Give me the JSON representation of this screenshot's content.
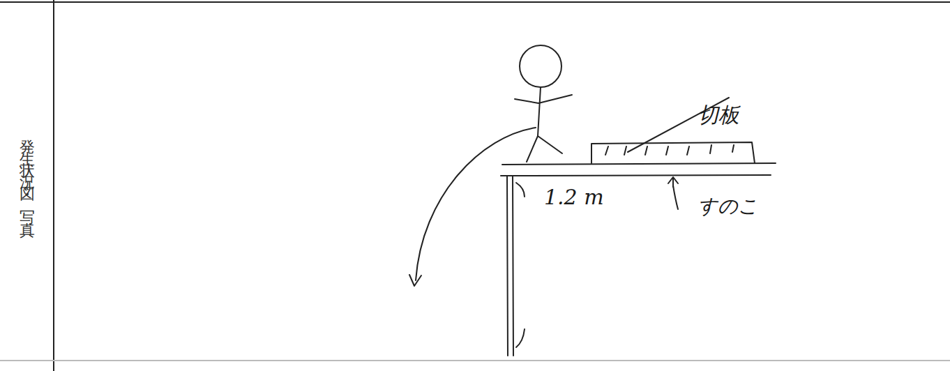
{
  "diagram": {
    "labels": [
      "発生状況図・写真",
      "切板",
      "すのこ",
      "1.2 m"
    ]
  }
}
